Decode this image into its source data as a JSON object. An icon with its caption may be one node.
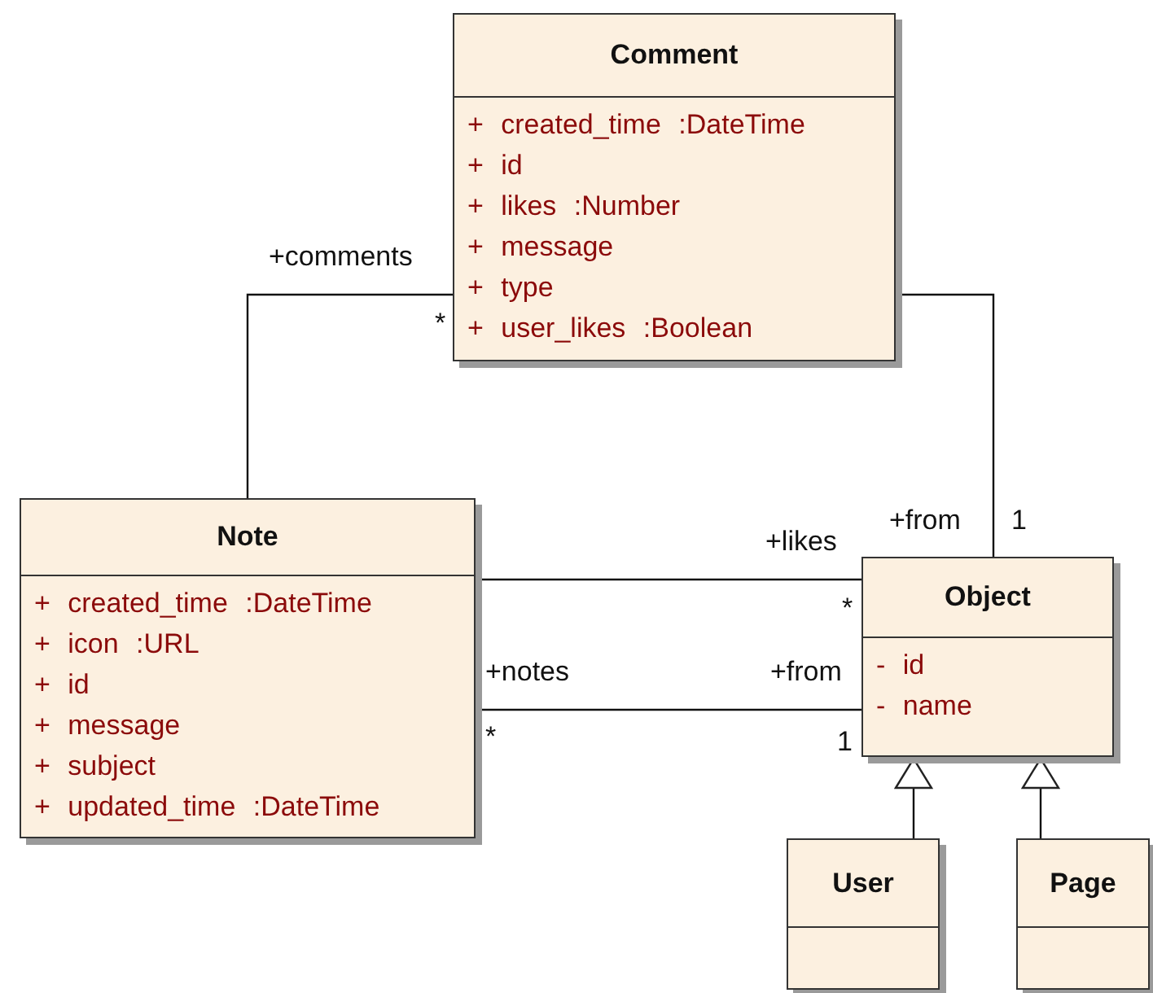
{
  "diagram": {
    "nodes": [
      {
        "text": [
          "Comment",
          "+ created_time :DateTime",
          "+ id",
          "+ likes :Number",
          "+ message",
          "+ type",
          "+ user_likes :Boolean"
        ]
      },
      {
        "text": [
          "Note",
          "+ created_time :DateTime",
          "+ icon :URL",
          "+ id",
          "+ message",
          "+ subject",
          "+ updated_time :DateTime"
        ]
      },
      {
        "text": [
          "Object",
          "- id",
          "- name"
        ]
      },
      {
        "text": [
          "User"
        ]
      },
      {
        "text": [
          "Page"
        ]
      }
    ],
    "edges": [
      {
        "from": 0,
        "to": 1,
        "arrow": "none",
        "label": "+comments"
      },
      {
        "from": 0,
        "to": 2,
        "arrow": "none",
        "label": "+from"
      },
      {
        "from": 1,
        "to": 2,
        "arrow": "none",
        "label": "+likes"
      },
      {
        "from": 1,
        "to": 2,
        "arrow": "none",
        "label": "+notes"
      },
      {
        "from": 3,
        "to": 2,
        "arrow": "to"
      },
      {
        "from": 4,
        "to": 2,
        "arrow": "to"
      }
    ],
    "labels": [
      "*",
      "1",
      "*",
      "+from",
      "*",
      "1"
    ]
  }
}
